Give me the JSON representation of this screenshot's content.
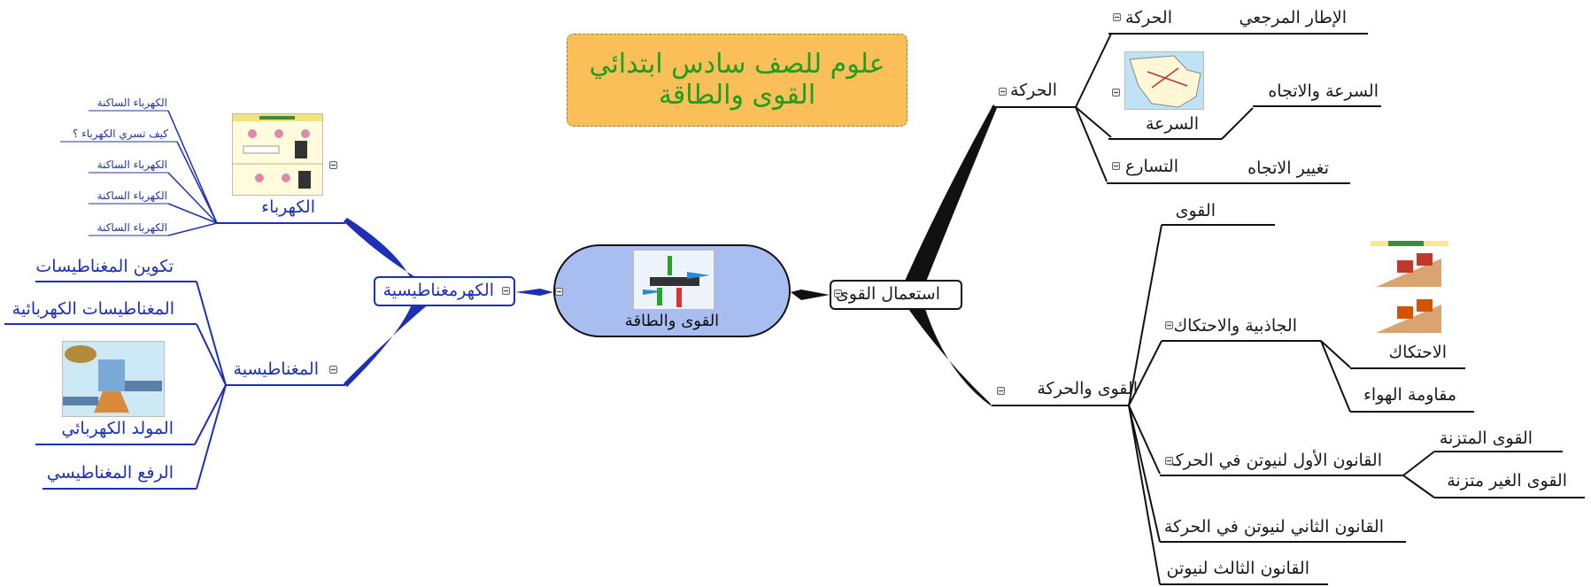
{
  "title": {
    "line1": "علوم للصف سادس ابتدائي",
    "line2": "القوى والطاقة"
  },
  "center": {
    "label": "القوى والطاقة"
  },
  "right": {
    "root": "استعمال القوى",
    "motion": {
      "label": "الحركة",
      "sub_motion": "الحركة",
      "ref_frame": "الإطار المرجعي",
      "speed": "السرعة",
      "speed_direction": "السرعة والاتجاه",
      "acceleration": "التسارع",
      "change_direction": "تغيير الاتجاه"
    },
    "forces_motion": {
      "label": "القوى والحركة",
      "forces": "القوى",
      "gravity_friction": "الجاذبية والاحتكاك",
      "friction": "الاحتكاك",
      "air_resistance": "مقاومة الهواء",
      "newton1": "القانون الأول لنيوتن في الحركة",
      "balanced": "القوى المتزنة",
      "unbalanced": "القوى الغير متزنة",
      "newton2": "القانون الثاني لنيوتن في الحركة",
      "newton3": "القانون الثالث لنيوتن"
    }
  },
  "left": {
    "root": "الكهرمغناطيسية",
    "electricity": {
      "label": "الكهرباء",
      "items": [
        "الكهرباء الساكنة",
        "كيف تسري الكهرباء ؟",
        "الكهرباء الساكنة",
        "الكهرباء الساكنة",
        "الكهرباء الساكنة"
      ]
    },
    "magnetism": {
      "label": "المغناطيسية",
      "items": [
        "تكوين المغناطيسات",
        "المغناطيسات الكهربائية",
        "المولد الكهربائي",
        "الرفع المغناطيسي"
      ]
    }
  },
  "colors": {
    "left_branch": "#1c2fb5",
    "right_branch": "#111111",
    "title_bg": "#fbbf5a",
    "title_text": "#1e9e1e",
    "center_bg": "#a8bdf0"
  }
}
